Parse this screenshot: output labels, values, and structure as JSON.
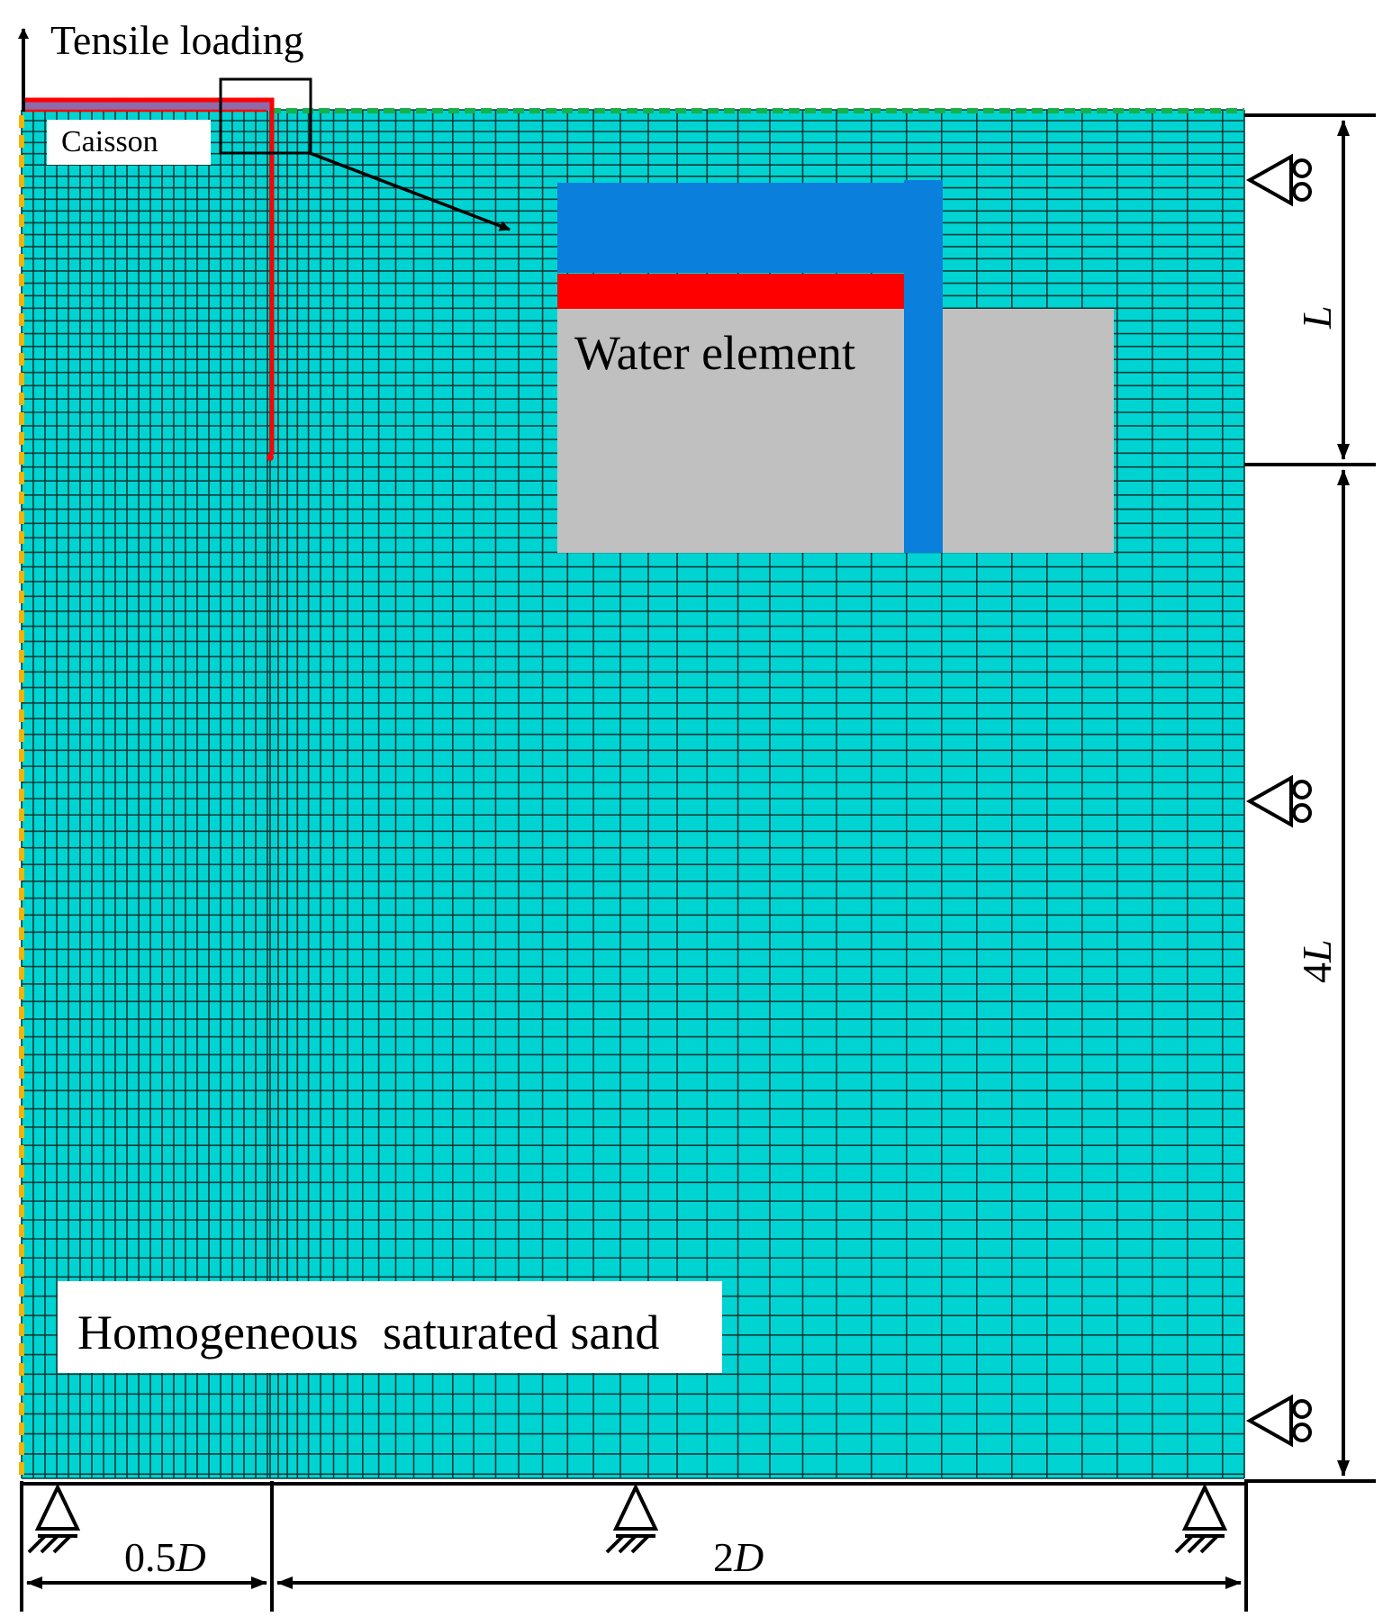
{
  "labels": {
    "tensile_loading": "Tensile loading",
    "caisson": "Caisson",
    "water_element": "Water element",
    "sand": "Homogeneous  saturated sand",
    "dim_L": "L",
    "dim_4L_num": "4",
    "dim_4L_var": "L",
    "dim_05D_num": "0.5",
    "dim_05D_var": "D",
    "dim_2D_num": "2",
    "dim_2D_var": "D"
  },
  "colors": {
    "soil_mesh_fill": "#00d4d2",
    "mesh_line": "#0b3b3a",
    "caisson_red": "#ff0000",
    "caisson_fill": "#8e6aa8",
    "water_blue": "#0a7fdc",
    "inset_gray": "#c0c0c0",
    "top_boundary_green": "#18b04a",
    "axis_boundary_yellow": "#f2b400",
    "dimension_black": "#000000"
  },
  "icons": [
    "roller-support-icon",
    "pin-support-icon",
    "load-arrow-icon",
    "dimension-arrow-icon"
  ]
}
